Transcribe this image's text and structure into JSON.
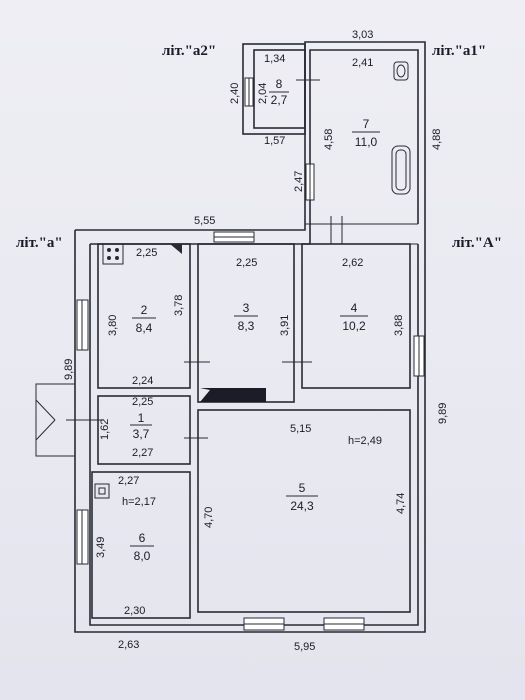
{
  "labels": {
    "lit_a2": "літ.\"а2\"",
    "lit_a1": "літ.\"а1\"",
    "lit_a": "літ.\"а\"",
    "lit_A": "літ.\"А\""
  },
  "rooms": [
    {
      "num": "1",
      "area": "3,7"
    },
    {
      "num": "2",
      "area": "8,4"
    },
    {
      "num": "3",
      "area": "8,3"
    },
    {
      "num": "4",
      "area": "10,2"
    },
    {
      "num": "5",
      "area": "24,3"
    },
    {
      "num": "6",
      "area": "8,0"
    },
    {
      "num": "7",
      "area": "11,0"
    },
    {
      "num": "8",
      "area": "2,7"
    }
  ],
  "heights": {
    "room5": "h=2,49",
    "room6": "h=2,17"
  },
  "dims": {
    "d303": "3,03",
    "d134": "1,34",
    "d241": "2,41",
    "d240": "2,40",
    "d204": "2,04",
    "d157": "1,57",
    "d458": "4,58",
    "d488": "4,88",
    "d247": "2,47",
    "d555": "5,55",
    "d225a": "2,25",
    "d225b": "2,25",
    "d262": "2,62",
    "d380": "3,80",
    "d378": "3,78",
    "d391": "3,91",
    "d388": "3,88",
    "d989l": "9,89",
    "d989r": "9,89",
    "d224": "2,24",
    "d225c": "2,25",
    "d162": "1,62",
    "d227a": "2,27",
    "d227b": "2,27",
    "d515": "5,15",
    "d217": "2,17",
    "d470": "4,70",
    "d474": "4,74",
    "d349": "3,49",
    "d230": "2,30",
    "d263": "2,63",
    "d595": "5,95"
  }
}
